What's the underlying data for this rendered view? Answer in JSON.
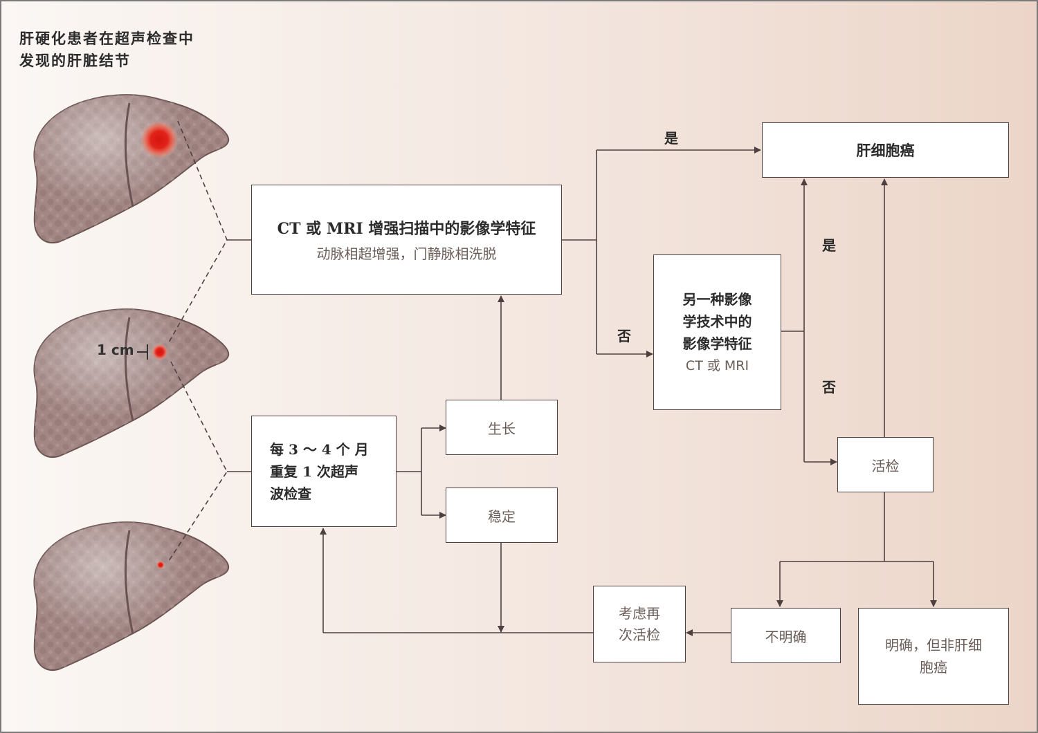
{
  "heading": {
    "line1": "肝硬化患者在超声检查中",
    "line2": "发现的肝脏结节"
  },
  "scale_label": "1 cm",
  "boxes": {
    "ct_mri": {
      "main": "CT 或 MRI 增强扫描中的影像学特征",
      "sub": "动脉相超增强，门静脉相洗脱"
    },
    "repeat_us": {
      "line1": "每 3 ～ 4 个 月",
      "line2": "重复 1 次超声",
      "line3": "波检查"
    },
    "growth": "生长",
    "stable": "稳定",
    "hcc": "肝细胞癌",
    "other_imaging": {
      "line1": "另一种影像",
      "line2": "学技术中的",
      "line3": "影像学特征",
      "sub": "CT 或 MRI"
    },
    "biopsy": "活检",
    "rebiopsy": {
      "line1": "考虑再",
      "line2": "次活检"
    },
    "unclear": "不明确",
    "definite": {
      "line1": "明确，但非肝细",
      "line2": "胞癌"
    }
  },
  "labels": {
    "yes_top": "是",
    "no_left": "否",
    "yes_right": "是",
    "no_right": "否"
  },
  "colors": {
    "line": "#4e4040",
    "liver": "#a28784",
    "nodule": "#e2231a"
  }
}
